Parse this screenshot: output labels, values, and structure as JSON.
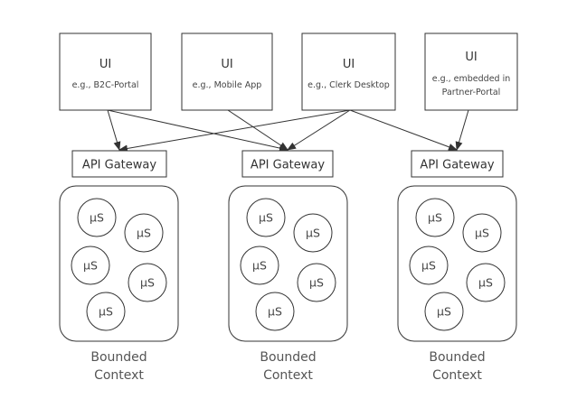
{
  "ui_clients": [
    {
      "title": "UI",
      "subtitle_lines": [
        "e.g., B2C-Portal"
      ]
    },
    {
      "title": "UI",
      "subtitle_lines": [
        "e.g., Mobile App"
      ]
    },
    {
      "title": "UI",
      "subtitle_lines": [
        "e.g., Clerk Desktop"
      ]
    },
    {
      "title": "UI",
      "subtitle_lines": [
        "e.g., embedded in",
        "Partner-Portal"
      ]
    }
  ],
  "gateways": [
    {
      "label": "API Gateway"
    },
    {
      "label": "API Gateway"
    },
    {
      "label": "API Gateway"
    }
  ],
  "contexts": [
    {
      "services": [
        "µS",
        "µS",
        "µS",
        "µS",
        "µS"
      ],
      "label_lines": [
        "Bounded",
        "Context"
      ]
    },
    {
      "services": [
        "µS",
        "µS",
        "µS",
        "µS",
        "µS"
      ],
      "label_lines": [
        "Bounded",
        "Context"
      ]
    },
    {
      "services": [
        "µS",
        "µS",
        "µS",
        "µS",
        "µS"
      ],
      "label_lines": [
        "Bounded",
        "Context"
      ]
    }
  ],
  "connections": [
    {
      "from_ui": 0,
      "to_gateway": 0
    },
    {
      "from_ui": 0,
      "to_gateway": 1
    },
    {
      "from_ui": 1,
      "to_gateway": 1
    },
    {
      "from_ui": 2,
      "to_gateway": 0
    },
    {
      "from_ui": 2,
      "to_gateway": 1
    },
    {
      "from_ui": 2,
      "to_gateway": 2
    },
    {
      "from_ui": 3,
      "to_gateway": 2
    }
  ]
}
